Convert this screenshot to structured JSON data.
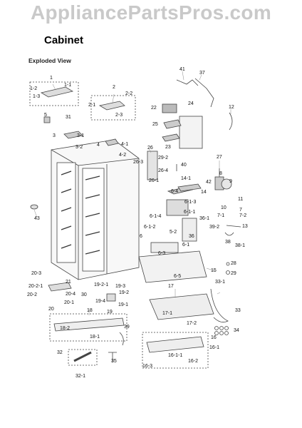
{
  "watermark": "AppliancePartsPros.com",
  "title": "Cabinet",
  "subtitle": "Exploded View",
  "part_labels": [
    "1",
    "1-2",
    "1-1",
    "1-3",
    "2",
    "2-1",
    "2-2",
    "2-3",
    "3",
    "3-1",
    "3-2",
    "4",
    "4-1",
    "4-2",
    "5",
    "6",
    "6-1",
    "6-1-1",
    "6-1-2",
    "6-1-3",
    "6-1-4",
    "6-3",
    "6-4",
    "6-5",
    "7",
    "7-1",
    "7-2",
    "8",
    "9",
    "10",
    "11",
    "12",
    "13",
    "14",
    "14-1",
    "15",
    "16",
    "16-1",
    "16-1-1",
    "16-2",
    "16-3",
    "17",
    "17-1",
    "17-2",
    "18",
    "18-1",
    "18-2",
    "19",
    "19-1",
    "19-2",
    "19-2-1",
    "19-3",
    "19-4",
    "20",
    "20-1",
    "20-2",
    "20-2-1",
    "20-3",
    "20-4",
    "21",
    "22",
    "23",
    "24",
    "25",
    "26",
    "26-1",
    "26-3",
    "26-4",
    "27",
    "28",
    "29",
    "29-2",
    "30",
    "31",
    "32",
    "32-1",
    "33",
    "33-1",
    "34",
    "35",
    "36",
    "36-1",
    "37",
    "38",
    "38-1",
    "39",
    "39-2",
    "40",
    "41",
    "42",
    "43",
    "5-2"
  ]
}
